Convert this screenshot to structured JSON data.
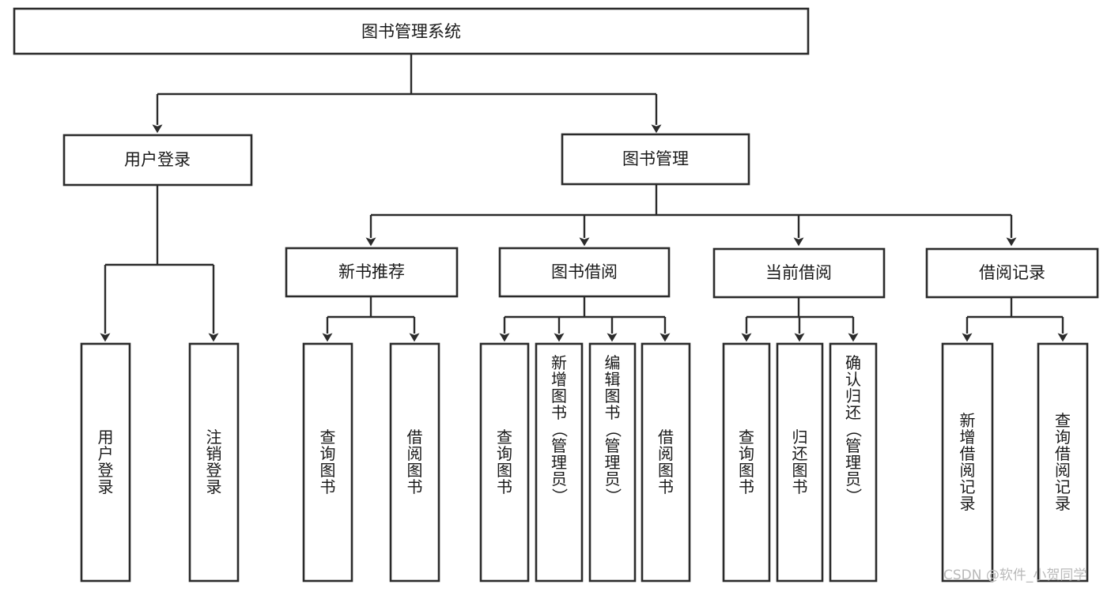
{
  "diagram": {
    "title": "图书管理系统",
    "type": "tree",
    "watermark": "CSDN @软件_小贺同学",
    "colors": {
      "box_stroke": "#2b2b2b",
      "box_fill": "#ffffff",
      "text": "#1a1a1a",
      "background": "#ffffff",
      "watermark": "#b9b9b9"
    },
    "levels": {
      "root": [
        "图书管理系统"
      ],
      "level2": [
        "用户登录",
        "图书管理"
      ],
      "level3": [
        "新书推荐",
        "图书借阅",
        "当前借阅",
        "借阅记录"
      ],
      "leaves": [
        "用户登录",
        "注销登录",
        "查询图书",
        "借阅图书",
        "查询图书",
        "新增图书（管理员）",
        "编辑图书（管理员）",
        "借阅图书",
        "查询图书",
        "归还图书",
        "确认归还（管理员）",
        "新增借阅记录",
        "查询借阅记录"
      ]
    },
    "nodes": {
      "root": {
        "label": "图书管理系统"
      },
      "user_login": {
        "label": "用户登录"
      },
      "book_manage": {
        "label": "图书管理"
      },
      "new_book_rec": {
        "label": "新书推荐"
      },
      "book_borrow": {
        "label": "图书借阅"
      },
      "current_borrow": {
        "label": "当前借阅"
      },
      "borrow_record": {
        "label": "借阅记录"
      },
      "leaf_user_login": {
        "label": "用户登录"
      },
      "leaf_logout": {
        "label": "注销登录"
      },
      "leaf_query_book_1": {
        "label": "查询图书"
      },
      "leaf_borrow_book_1": {
        "label": "借阅图书"
      },
      "leaf_query_book_2": {
        "label": "查询图书"
      },
      "leaf_add_book": {
        "label": "新增图书（管理员）"
      },
      "leaf_edit_book": {
        "label": "编辑图书（管理员）"
      },
      "leaf_borrow_book_2": {
        "label": "借阅图书"
      },
      "leaf_query_book_3": {
        "label": "查询图书"
      },
      "leaf_return_book": {
        "label": "归还图书"
      },
      "leaf_confirm_return": {
        "label": "确认归还（管理员）"
      },
      "leaf_add_record": {
        "label": "新增借阅记录"
      },
      "leaf_query_record": {
        "label": "查询借阅记录"
      }
    },
    "edges": [
      {
        "from": "root",
        "to": "user_login"
      },
      {
        "from": "root",
        "to": "book_manage"
      },
      {
        "from": "user_login",
        "to": "leaf_user_login"
      },
      {
        "from": "user_login",
        "to": "leaf_logout"
      },
      {
        "from": "book_manage",
        "to": "new_book_rec"
      },
      {
        "from": "book_manage",
        "to": "book_borrow"
      },
      {
        "from": "book_manage",
        "to": "current_borrow"
      },
      {
        "from": "book_manage",
        "to": "borrow_record"
      },
      {
        "from": "new_book_rec",
        "to": "leaf_query_book_1"
      },
      {
        "from": "new_book_rec",
        "to": "leaf_borrow_book_1"
      },
      {
        "from": "book_borrow",
        "to": "leaf_query_book_2"
      },
      {
        "from": "book_borrow",
        "to": "leaf_add_book"
      },
      {
        "from": "book_borrow",
        "to": "leaf_edit_book"
      },
      {
        "from": "book_borrow",
        "to": "leaf_borrow_book_2"
      },
      {
        "from": "current_borrow",
        "to": "leaf_query_book_3"
      },
      {
        "from": "current_borrow",
        "to": "leaf_return_book"
      },
      {
        "from": "current_borrow",
        "to": "leaf_confirm_return"
      },
      {
        "from": "borrow_record",
        "to": "leaf_add_record"
      },
      {
        "from": "borrow_record",
        "to": "leaf_query_record"
      }
    ]
  }
}
